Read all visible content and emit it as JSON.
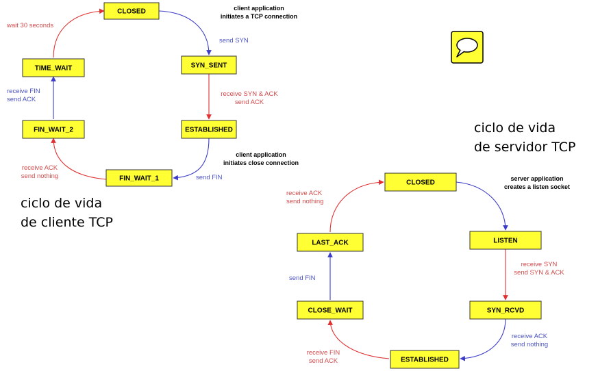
{
  "colors": {
    "state_fill": "#ffff33",
    "red_edge": "#e03030",
    "blue_edge": "#3c3cc8",
    "red_text": "#d24a4a",
    "blue_text": "#4a52c0",
    "icon_fill": "#ffff33"
  },
  "icons": {
    "speech_bubble": "speech-bubble-icon"
  },
  "client": {
    "caption_line1": "ciclo de vida",
    "caption_line2": "de cliente TCP",
    "states": {
      "closed": "CLOSED",
      "syn_sent": "SYN_SENT",
      "established": "ESTABLISHED",
      "fin_wait_1": "FIN_WAIT_1",
      "fin_wait_2": "FIN_WAIT_2",
      "time_wait": "TIME_WAIT"
    },
    "notes": {
      "initiate_line1": "client application",
      "initiate_line2": "initiates a TCP connection",
      "close_line1": "client application",
      "close_line2": "initiates close connection"
    },
    "transitions": {
      "send_syn": "send SYN",
      "recv_synack_line1": "receive SYN & ACK",
      "recv_synack_line2": "send ACK",
      "send_fin": "send FIN",
      "recv_ack_line1": "receive  ACK",
      "recv_ack_line2": "send nothing",
      "recv_fin_line1": "receive FIN",
      "recv_fin_line2": "send ACK",
      "wait": "wait 30 seconds"
    }
  },
  "server": {
    "caption_line1": "ciclo de vida",
    "caption_line2": "de servidor TCP",
    "states": {
      "closed": "CLOSED",
      "listen": "LISTEN",
      "syn_rcvd": "SYN_RCVD",
      "established": "ESTABLISHED",
      "close_wait": "CLOSE_WAIT",
      "last_ack": "LAST_ACK"
    },
    "notes": {
      "listen_line1": "server application",
      "listen_line2": "creates a listen socket"
    },
    "transitions": {
      "recv_syn_line1": "receive SYN",
      "recv_syn_line2": "send SYN & ACK",
      "recv_ack_line1": "receive  ACK",
      "recv_ack_line2": "send nothing",
      "recv_fin_line1": "receive FIN",
      "recv_fin_line2": "send ACK",
      "send_fin": "send FIN",
      "last_recv_ack_line1": "receive  ACK",
      "last_recv_ack_line2": "send nothing"
    }
  }
}
